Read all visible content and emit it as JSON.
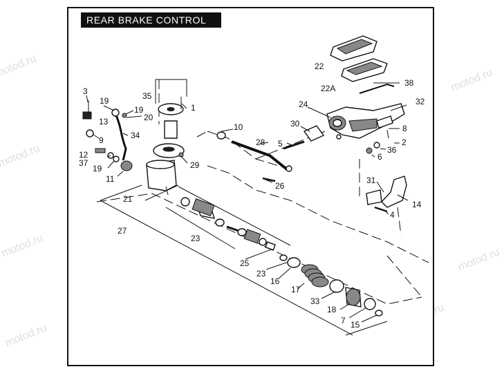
{
  "title": "REAR BRAKE CONTROL",
  "watermark_text": "motod.ru",
  "colors": {
    "ink": "#111111",
    "paper": "#ffffff",
    "watermark": "#d9d9d9"
  },
  "callouts": {
    "c1": "1",
    "c2": "2",
    "c3": "3",
    "c4": "4",
    "c5": "5",
    "c6": "6",
    "c7": "7",
    "c8": "8",
    "c9": "9",
    "c10": "10",
    "c11": "11",
    "c12": "12",
    "c13": "13",
    "c14": "14",
    "c15": "15",
    "c16": "16",
    "c17": "17",
    "c18": "18",
    "c19a": "19",
    "c19b": "19",
    "c19c": "19",
    "c20": "20",
    "c21": "21",
    "c22": "22",
    "c22a": "22A",
    "c23a": "23",
    "c23b": "23",
    "c24": "24",
    "c25": "25",
    "c26": "26",
    "c27": "27",
    "c28": "28",
    "c29": "29",
    "c30": "30",
    "c31": "31",
    "c32": "32",
    "c33": "33",
    "c34": "34",
    "c35": "35",
    "c36": "36",
    "c37": "37",
    "c38": "38"
  }
}
